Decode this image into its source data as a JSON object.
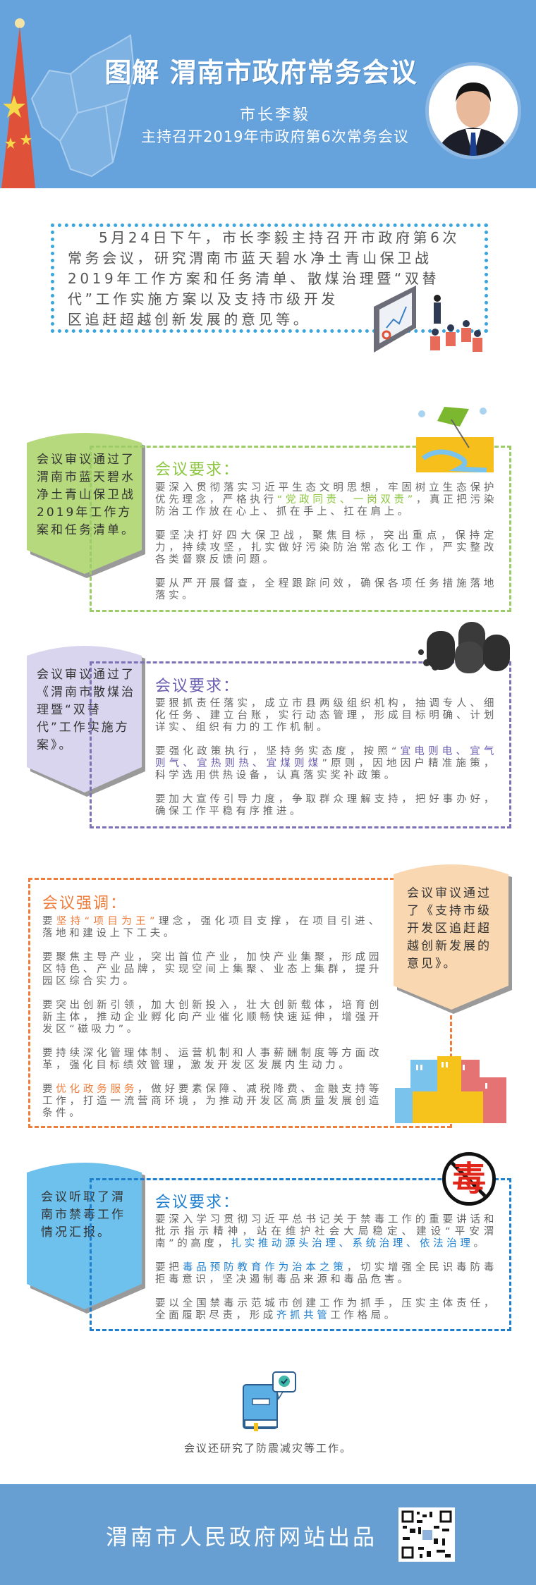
{
  "header": {
    "title": "图解 渭南市政府常务会议",
    "mayor": "市长李毅",
    "subtitle": "主持召开2019年市政府第6次常务会议"
  },
  "intro": "5月24日下午，市长李毅主持召开市政府第6次常务会议，研究渭南市蓝天碧水净土青山保卫战2019年工作方案和任务清单、散煤治理暨“双替代”工作实施方案以及支持市级开发区追赶超越创新发展的意见等。",
  "colors": {
    "header": "#66a3dc",
    "green": "#8cc63f",
    "purple": "#7d72b5",
    "orange": "#ef7d3c",
    "blue": "#1f7fcf"
  },
  "sections": [
    {
      "tab": "会议审议通过了渭南市蓝天碧水净土青山保卫战2019年工作方案和任务清单。",
      "heading": "会议要求：",
      "icon": "umbrella-river-icon",
      "paragraphs": [
        [
          "要深入贯彻落实习近平生态文明思想，牢固树立生态保护优先理念，严格执行",
          "“党政同责、一岗双责”",
          "，真正把污染防治工作放在心上、抓在手上、扛在肩上。"
        ],
        [
          "要坚决打好四大保卫战，聚焦目标，突出重点，保持定力，持续攻坚，扎实做好污染防治常态化工作，严实整改各类督察反馈问题。"
        ],
        [
          "要从严开展督查，全程跟踪问效，确保各项任务措施落地落实。"
        ]
      ]
    },
    {
      "tab": "会议审议通过了《渭南市散煤治理暨“双替代”工作实施方案》。",
      "heading": "会议要求：",
      "icon": "coal-briquettes-icon",
      "paragraphs": [
        [
          "要狠抓责任落实，成立市县两级组织机构，抽调专人、细化任务、建立台账，实行动态管理，形成目标明确、计划详实、组织有力的工作机制。"
        ],
        [
          "要强化政策执行，坚持务实态度，按照“",
          "宜电则电、宜气则气、宜热则热、宜煤则煤",
          "”原则，因地因户精准施策，科学选用供热设备，认真落实奖补政策。"
        ],
        [
          "要加大宣传引导力度，争取群众理解支持，把好事办好，确保工作平稳有序推进。"
        ]
      ]
    },
    {
      "tab": "会议审议通过了《支持市级开发区追赶超越创新发展的意见》。",
      "heading": "会议强调：",
      "icon": "city-buildings-icon",
      "paragraphs": [
        [
          "要",
          "坚持“项目为王”",
          "理念，强化项目支撑，在项目引进、落地和建设上下工夫。"
        ],
        [
          "要聚焦主导产业，突出首位产业，加快产业集聚，形成园区特色、产业品牌，实现空间上集聚、业态上集群，提升园区综合实力。"
        ],
        [
          "要突出创新引领，加大创新投入，壮大创新载体，培育创新主体，推动企业孵化向产业催化顺畅快速延伸，增强开发区“磁吸力”。"
        ],
        [
          "要持续深化管理体制、运营机制和人事薪酬制度等方面改革，强化目标绩效管理，激发开发区发展内生动力。"
        ],
        [
          "要",
          "优化政务服务",
          "，做好要素保障、减税降费、金融支持等工作，打造一流营商环境，为推动开发区高质量发展创造条件。"
        ]
      ]
    },
    {
      "tab": "会议听取了渭南市禁毒工作情况汇报。",
      "heading": "会议要求：",
      "icon": "no-drugs-icon",
      "icon_text": "毒",
      "paragraphs": [
        [
          "要深入学习贯彻习近平总书记关于禁毒工作的重要讲话和批示指示精神，站在维护社会大局稳定、建设“平安渭南”的高度，",
          "扎实推动源头治理、系统治理、依法治理",
          "。"
        ],
        [
          "要把",
          "毒品预防教育作为治本之策",
          "，切实增强全民识毒防毒拒毒意识，坚决遏制毒品来源和毒品危害。"
        ],
        [
          "要以全国禁毒示范城市创建工作为抓手，压实主体责任，全面履职尽责，形成",
          "齐抓共管",
          "工作格局。"
        ]
      ]
    }
  ],
  "closing": "会议还研究了防震减灾等工作。",
  "footer": {
    "text": "渭南市人民政府网站出品",
    "qr": "qr-code"
  }
}
